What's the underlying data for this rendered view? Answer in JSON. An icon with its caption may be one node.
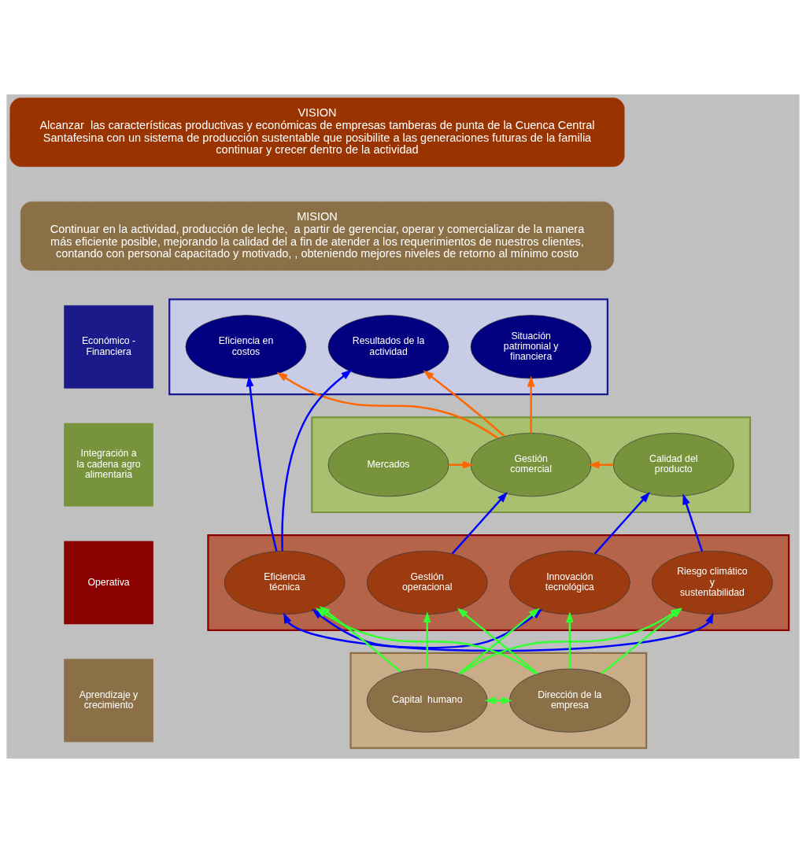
{
  "diagram": {
    "nodes": [
      {
        "text": [
          "VISION",
          "Alcanzar  las características productivas y económicas de empresas tamberas de punta de la Cuenca Central Santafesina con un sistema de producción sustentable que posibilite a las generaciones futuras de la familia continuar y crecer dentro de la actividad"
        ]
      },
      {
        "text": [
          "MISION",
          "Continuar en la actividad, producción de leche,  a partir de gerenciar, operar y comercializar de la manera más eficiente posible, mejorando la calidad del a fin de atender a los requerimientos de nuestros clientes, contando con personal capacitado y motivado, , obteniendo mejores niveles de retorno al mínimo costo"
        ]
      },
      {
        "text": [
          "Económico - Financiera"
        ]
      },
      {
        "text": [],
        "shape": "box"
      },
      {
        "text": [
          "Resultados de la actividad"
        ],
        "in": 3
      },
      {
        "text": [
          "Eficiencia en costos"
        ],
        "in": 3
      },
      {
        "text": [
          "Situación patrimonial y financiera"
        ],
        "in": 3
      },
      {
        "text": [
          "Integración a la cadena agroalimentaria"
        ]
      },
      {
        "text": [],
        "shape": "box"
      },
      {
        "text": [
          "Gestión comercial"
        ],
        "in": 8
      },
      {
        "text": [
          "Calidad del producto"
        ],
        "in": 8
      },
      {
        "text": [
          "Mercados"
        ],
        "in": 8
      },
      {
        "text": [
          "Operativa"
        ]
      },
      {
        "text": [],
        "shape": "box"
      },
      {
        "text": [
          "Eficiencia técnica"
        ],
        "in": 13
      },
      {
        "text": [
          "Gestión operacional"
        ],
        "in": 13
      },
      {
        "text": [
          "Innovación tecnológica"
        ],
        "in": 13
      },
      {
        "text": [
          "Riesgo climático y sustentabilidad"
        ],
        "in": 13
      },
      {
        "text": [
          "Aprendizaje y crecimiento"
        ]
      },
      {
        "text": [],
        "shape": "box"
      },
      {
        "text": [
          "Capital  humano"
        ],
        "in": 19
      },
      {
        "text": [
          "Dirección de la empresa"
        ],
        "in": 19
      }
    ],
    "edges": [
      {
        "from": 9,
        "to": 4,
        "arrow": "to",
        "color": "#ff6600"
      },
      {
        "from": 9,
        "to": 5,
        "arrow": "to",
        "color": "#ff6600"
      },
      {
        "from": 9,
        "to": 6,
        "arrow": "to",
        "color": "#ff6600"
      },
      {
        "from": 10,
        "to": 9,
        "arrow": "to",
        "color": "#ff6600"
      },
      {
        "from": 11,
        "to": 9,
        "arrow": "to",
        "color": "#ff6600"
      },
      {
        "from": 14,
        "to": 4,
        "arrow": "to",
        "color": "#0000ff"
      },
      {
        "from": 14,
        "to": 5,
        "arrow": "to",
        "color": "#0000ff"
      },
      {
        "from": 15,
        "to": 9,
        "arrow": "to",
        "color": "#0000ff"
      },
      {
        "from": 16,
        "to": 10,
        "arrow": "to",
        "color": "#0000ff"
      },
      {
        "from": 17,
        "to": 10,
        "arrow": "to",
        "color": "#0000ff"
      },
      {
        "from": 14,
        "to": 16,
        "arrow": "both",
        "color": "#0000ff"
      },
      {
        "from": 14,
        "to": 17,
        "arrow": "both",
        "color": "#0000ff"
      },
      {
        "from": 20,
        "to": 14,
        "arrow": "to"
      },
      {
        "from": 20,
        "to": 15,
        "arrow": "to"
      },
      {
        "from": 20,
        "to": 16,
        "arrow": "to"
      },
      {
        "from": 20,
        "to": 17,
        "arrow": "to"
      },
      {
        "from": 21,
        "to": 14,
        "arrow": "to"
      },
      {
        "from": 21,
        "to": 15,
        "arrow": "to"
      },
      {
        "from": 21,
        "to": 16,
        "arrow": "to"
      },
      {
        "from": 21,
        "to": 17,
        "arrow": "to"
      },
      {
        "from": 20,
        "to": 21,
        "arrow": "both"
      }
    ]
  }
}
